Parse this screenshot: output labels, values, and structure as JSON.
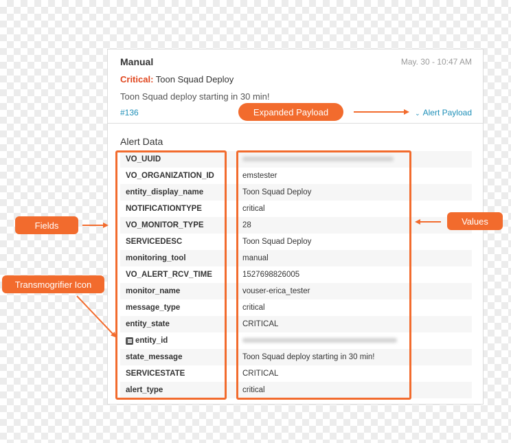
{
  "header": {
    "source": "Manual",
    "timestamp": "May. 30 - 10:47 AM",
    "severity_label": "Critical:",
    "alert_name": "Toon Squad Deploy",
    "message": "Toon Squad deploy starting in 30 min!",
    "incident_number": "#136",
    "payload_link": "Alert Payload"
  },
  "alert_data": {
    "title": "Alert Data",
    "rows": [
      {
        "key": "VO_UUID",
        "value": ""
      },
      {
        "key": "VO_ORGANIZATION_ID",
        "value": "emstester"
      },
      {
        "key": "entity_display_name",
        "value": "Toon Squad Deploy"
      },
      {
        "key": "NOTIFICATIONTYPE",
        "value": "critical"
      },
      {
        "key": "VO_MONITOR_TYPE",
        "value": "28"
      },
      {
        "key": "SERVICEDESC",
        "value": "Toon Squad Deploy"
      },
      {
        "key": "monitoring_tool",
        "value": "manual"
      },
      {
        "key": "VO_ALERT_RCV_TIME",
        "value": "1527698826005"
      },
      {
        "key": "monitor_name",
        "value": "vouser-erica_tester"
      },
      {
        "key": "message_type",
        "value": "critical"
      },
      {
        "key": "entity_state",
        "value": "CRITICAL"
      },
      {
        "key": "entity_id",
        "value": ""
      },
      {
        "key": "state_message",
        "value": "Toon Squad deploy starting in 30 min!"
      },
      {
        "key": "SERVICESTATE",
        "value": "CRITICAL"
      },
      {
        "key": "alert_type",
        "value": "critical"
      }
    ]
  },
  "annotations": {
    "expanded_payload": "Expanded Payload",
    "fields": "Fields",
    "values": "Values",
    "transmogrifier_icon": "Transmogrifier Icon"
  },
  "colors": {
    "accent": "#f26b2d",
    "critical": "#e0461e",
    "link": "#1e8fb8"
  }
}
